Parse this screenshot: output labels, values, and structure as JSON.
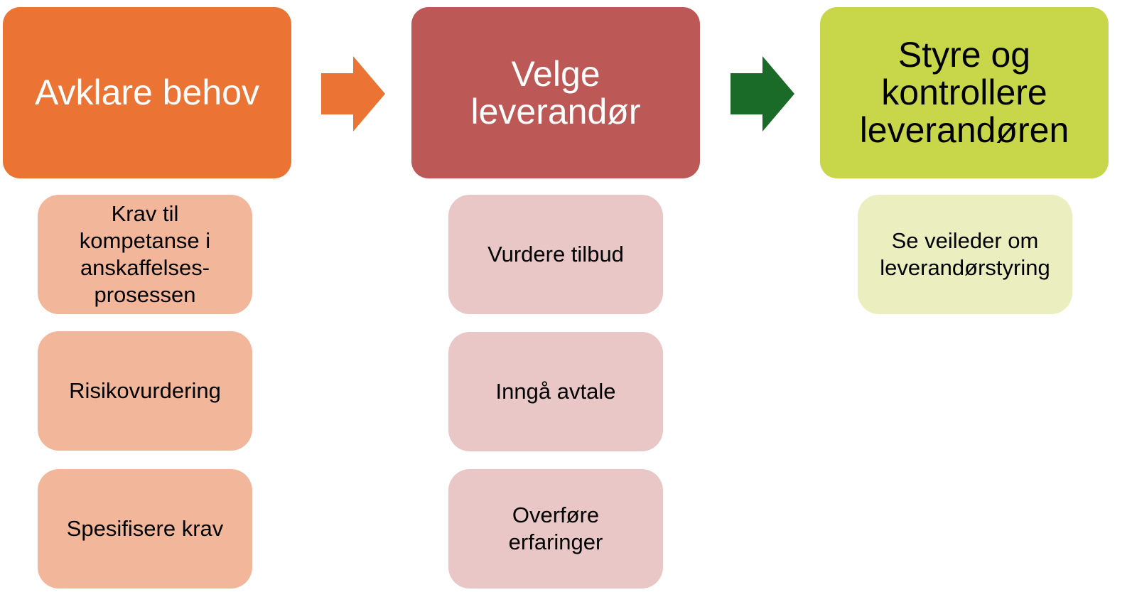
{
  "colors": {
    "col1_head": "#eb7434",
    "col1_sub": "#f2b69a",
    "col2_head": "#bc5956",
    "col2_sub": "#e8c7c6",
    "col3_head": "#c8d649",
    "col3_sub": "#ebefbf",
    "arrow1": "#eb7434",
    "arrow2": "#1a6b28"
  },
  "columns": [
    {
      "heading": "Avklare behov",
      "items": [
        "Krav til\nkompetanse i\nanskaffelses-\nprosessen",
        "Risikovurdering",
        "Spesifisere krav"
      ]
    },
    {
      "heading": "Velge\nleverandør",
      "items": [
        "Vurdere tilbud",
        "Inngå avtale",
        "Overføre\nerfaringer"
      ]
    },
    {
      "heading": "Styre og\nkontrollere\nleverandøren",
      "items": [
        "Se veileder om\nleverandørstyring"
      ]
    }
  ]
}
